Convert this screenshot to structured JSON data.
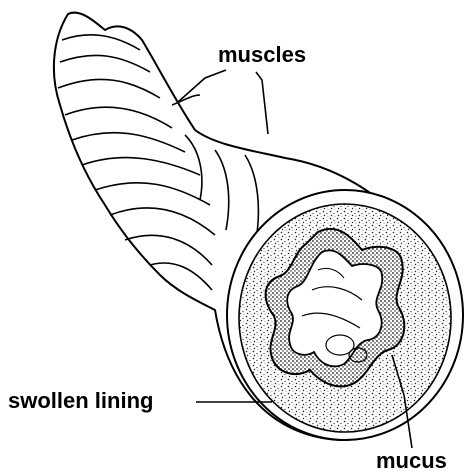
{
  "labels": {
    "muscles": "muscles",
    "swollen_lining": "swollen lining",
    "mucus": "mucus"
  },
  "colors": {
    "line": "#000000",
    "background": "#ffffff",
    "stipple": "#333333"
  }
}
